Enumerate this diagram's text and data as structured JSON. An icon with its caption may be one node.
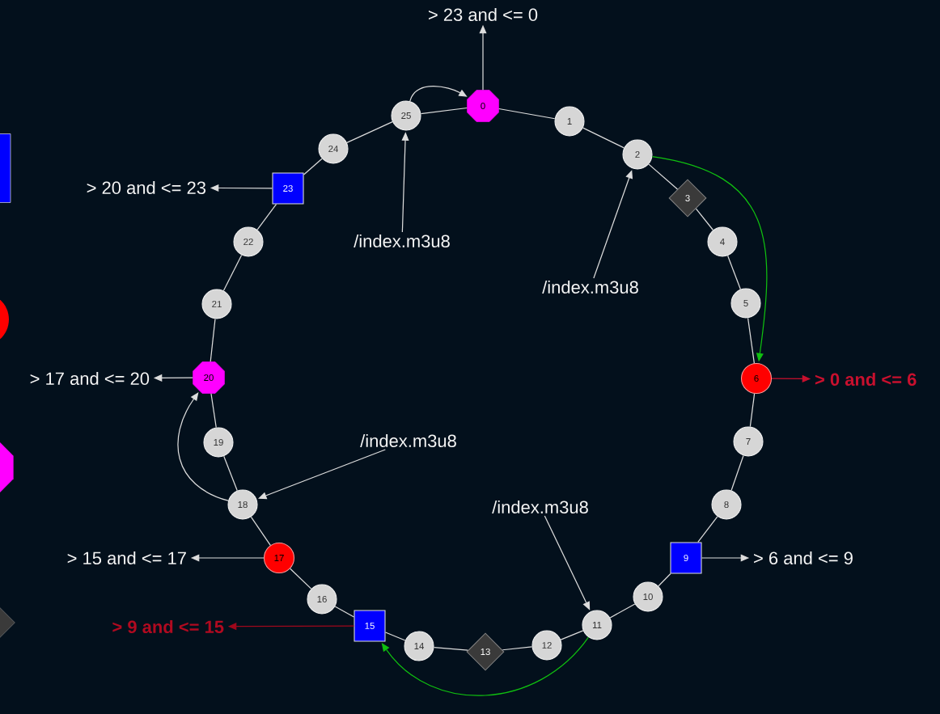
{
  "diagram": {
    "nodes": [
      {
        "text": [
          "0"
        ]
      },
      {
        "text": [
          "1"
        ]
      },
      {
        "text": [
          "2"
        ]
      },
      {
        "text": [
          "3"
        ]
      },
      {
        "text": [
          "4"
        ]
      },
      {
        "text": [
          "5"
        ]
      },
      {
        "text": [
          "6"
        ]
      },
      {
        "text": [
          "7"
        ]
      },
      {
        "text": [
          "8"
        ]
      },
      {
        "text": [
          "9"
        ]
      },
      {
        "text": [
          "10"
        ]
      },
      {
        "text": [
          "11"
        ]
      },
      {
        "text": [
          "12"
        ]
      },
      {
        "text": [
          "13"
        ]
      },
      {
        "text": [
          "14"
        ]
      },
      {
        "text": [
          "15"
        ]
      },
      {
        "text": [
          "16"
        ]
      },
      {
        "text": [
          "17"
        ]
      },
      {
        "text": [
          "18"
        ]
      },
      {
        "text": [
          "19"
        ]
      },
      {
        "text": [
          "20"
        ]
      },
      {
        "text": [
          "21"
        ]
      },
      {
        "text": [
          "22"
        ]
      },
      {
        "text": [
          "23"
        ]
      },
      {
        "text": [
          "24"
        ]
      },
      {
        "text": [
          "25"
        ]
      },
      {
        "text": [
          "> 23 and <= 0"
        ]
      },
      {
        "text": [
          "> 20 and <= 23"
        ]
      },
      {
        "text": [
          "> 0 and <= 6"
        ]
      },
      {
        "text": [
          "> 17 and <= 20"
        ]
      },
      {
        "text": [
          "> 15 and <= 17"
        ]
      },
      {
        "text": [
          "> 6 and <= 9"
        ]
      },
      {
        "text": [
          "> 9 and <= 15"
        ]
      },
      {
        "text": [
          "/index.m3u8"
        ]
      },
      {
        "text": [
          "/index.m3u8"
        ]
      },
      {
        "text": [
          "/index.m3u8"
        ]
      },
      {
        "text": [
          "/index.m3u8"
        ]
      },
      {
        "text": [],
        "shape": "box"
      },
      {
        "text": [],
        "shape": "circle"
      },
      {
        "text": [],
        "shape": "octagon"
      },
      {
        "text": [],
        "shape": "diamond"
      }
    ],
    "edges": [
      {
        "from": 0,
        "to": 1,
        "arrow": "none"
      },
      {
        "from": 1,
        "to": 2,
        "arrow": "none"
      },
      {
        "from": 2,
        "to": 3,
        "arrow": "none"
      },
      {
        "from": 3,
        "to": 4,
        "arrow": "none"
      },
      {
        "from": 4,
        "to": 5,
        "arrow": "none"
      },
      {
        "from": 5,
        "to": 6,
        "arrow": "none"
      },
      {
        "from": 6,
        "to": 7,
        "arrow": "none"
      },
      {
        "from": 7,
        "to": 8,
        "arrow": "none"
      },
      {
        "from": 8,
        "to": 9,
        "arrow": "none"
      },
      {
        "from": 9,
        "to": 10,
        "arrow": "none"
      },
      {
        "from": 10,
        "to": 11,
        "arrow": "none"
      },
      {
        "from": 11,
        "to": 12,
        "arrow": "none"
      },
      {
        "from": 12,
        "to": 13,
        "arrow": "none"
      },
      {
        "from": 13,
        "to": 14,
        "arrow": "none"
      },
      {
        "from": 14,
        "to": 15,
        "arrow": "none"
      },
      {
        "from": 15,
        "to": 16,
        "arrow": "none"
      },
      {
        "from": 16,
        "to": 17,
        "arrow": "none"
      },
      {
        "from": 17,
        "to": 18,
        "arrow": "none"
      },
      {
        "from": 18,
        "to": 19,
        "arrow": "none"
      },
      {
        "from": 19,
        "to": 20,
        "arrow": "none"
      },
      {
        "from": 20,
        "to": 21,
        "arrow": "none"
      },
      {
        "from": 21,
        "to": 22,
        "arrow": "none"
      },
      {
        "from": 22,
        "to": 23,
        "arrow": "none"
      },
      {
        "from": 23,
        "to": 24,
        "arrow": "none"
      },
      {
        "from": 24,
        "to": 25,
        "arrow": "none"
      },
      {
        "from": 25,
        "to": 0,
        "arrow": "none"
      },
      {
        "from": 25,
        "to": 0,
        "arrow": "to"
      },
      {
        "from": 18,
        "to": 20,
        "arrow": "to"
      },
      {
        "from": 2,
        "to": 6,
        "arrow": "to",
        "color": "#10c010"
      },
      {
        "from": 11,
        "to": 15,
        "arrow": "to",
        "color": "#10c010"
      },
      {
        "from": 0,
        "to": 26,
        "arrow": "to"
      },
      {
        "from": 23,
        "to": 27,
        "arrow": "to"
      },
      {
        "from": 6,
        "to": 28,
        "arrow": "to",
        "color": "#c8102e"
      },
      {
        "from": 20,
        "to": 29,
        "arrow": "to"
      },
      {
        "from": 17,
        "to": 30,
        "arrow": "to"
      },
      {
        "from": 9,
        "to": 31,
        "arrow": "to"
      },
      {
        "from": 15,
        "to": 32,
        "arrow": "to",
        "color": "#a0081c"
      },
      {
        "from": 33,
        "to": 25,
        "arrow": "to"
      },
      {
        "from": 34,
        "to": 2,
        "arrow": "to"
      },
      {
        "from": 35,
        "to": 18,
        "arrow": "to"
      },
      {
        "from": 36,
        "to": 11,
        "arrow": "to"
      }
    ]
  }
}
